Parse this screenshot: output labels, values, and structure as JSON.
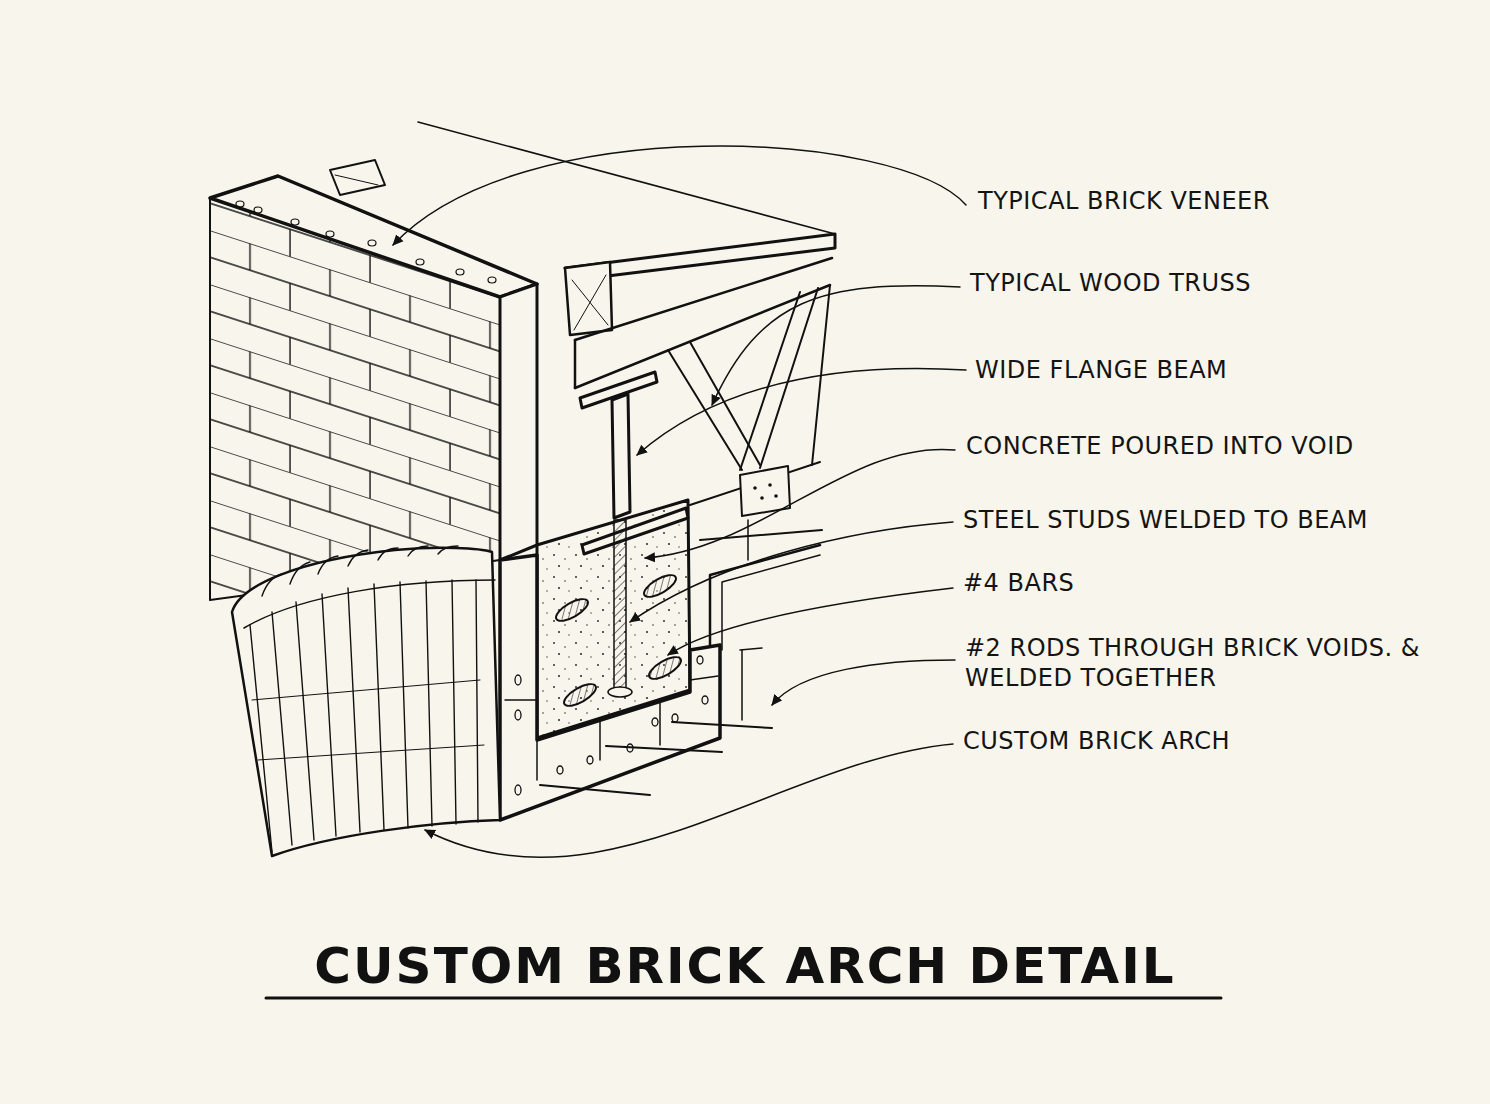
{
  "diagram": {
    "title": "CUSTOM BRICK ARCH DETAIL",
    "labels": [
      "TYPICAL BRICK VENEER",
      "TYPICAL WOOD TRUSS",
      "WIDE FLANGE BEAM",
      "CONCRETE POURED INTO VOID",
      "STEEL STUDS WELDED TO BEAM",
      "#4 BARS",
      "#2 RODS THROUGH BRICK VOIDS. & WELDED TOGETHER",
      "CUSTOM BRICK ARCH"
    ]
  }
}
